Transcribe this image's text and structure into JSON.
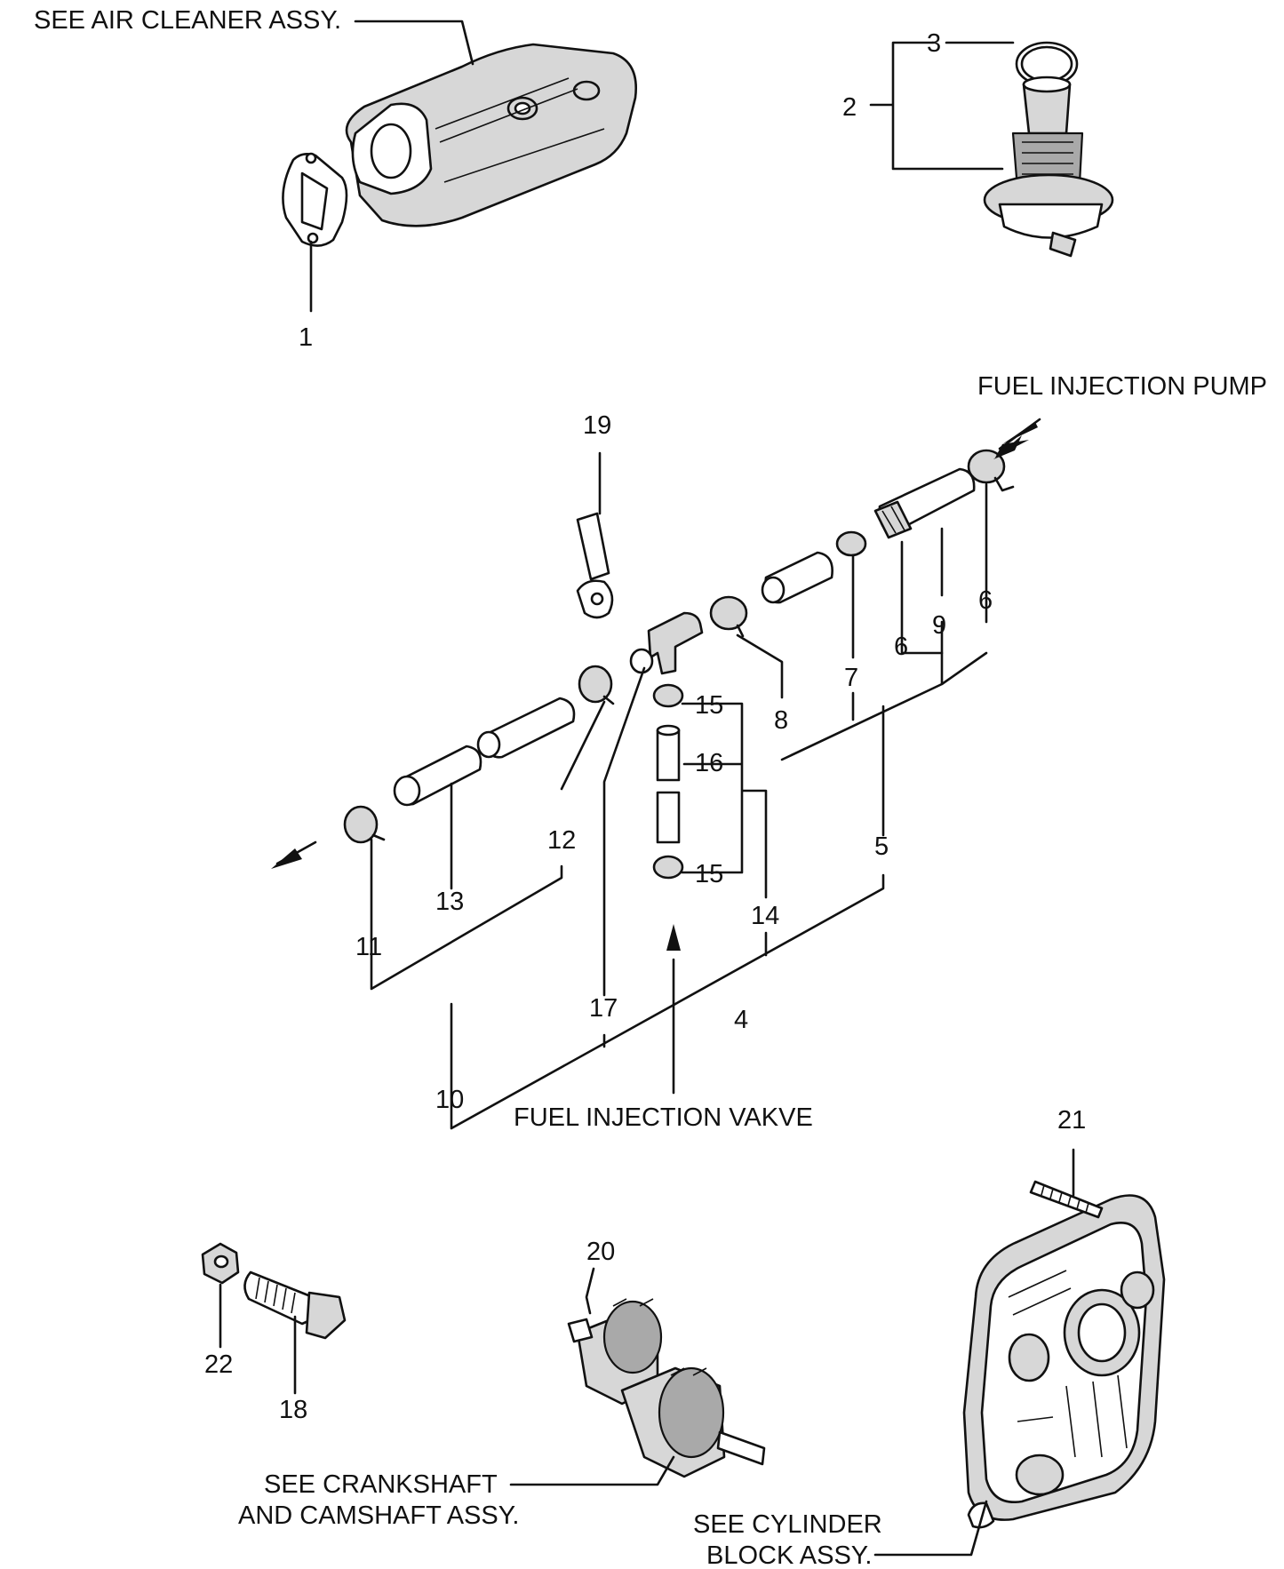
{
  "callouts": {
    "n1": "1",
    "n2": "2",
    "n3": "3",
    "n4": "4",
    "n5": "5",
    "n6a": "6",
    "n6b": "6",
    "n7": "7",
    "n8": "8",
    "n9": "9",
    "n10": "10",
    "n11": "11",
    "n12": "12",
    "n13": "13",
    "n14": "14",
    "n15a": "15",
    "n15b": "15",
    "n16": "16",
    "n17": "17",
    "n18": "18",
    "n19": "19",
    "n20": "20",
    "n21": "21",
    "n22": "22"
  },
  "notes": {
    "air_cleaner": "SEE AIR CLEANER ASSY.",
    "fuel_pump": "FUEL INJECTION PUMP",
    "fuel_valve": "FUEL INJECTION VAKVE",
    "crankshaft_line1": "SEE CRANKSHAFT",
    "crankshaft_line2": "AND CAMSHAFT ASSY.",
    "cylinder_line1": "SEE CYLINDER",
    "cylinder_line2": "BLOCK ASSY."
  }
}
